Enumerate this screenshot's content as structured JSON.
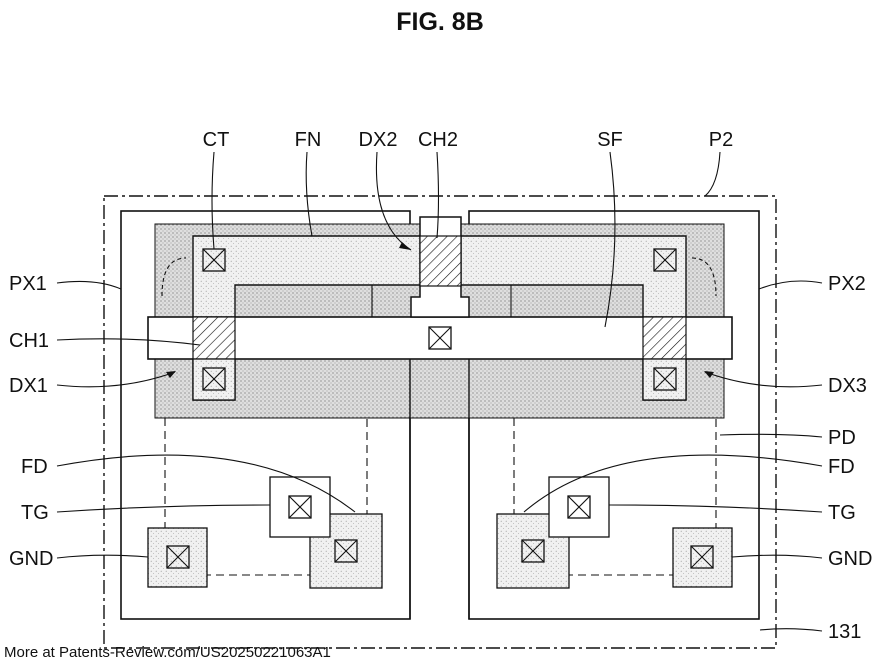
{
  "figure": {
    "title": "FIG. 8B"
  },
  "labels": {
    "ct": "CT",
    "fn": "FN",
    "dx2": "DX2",
    "ch2": "CH2",
    "sf": "SF",
    "p2": "P2",
    "px1": "PX1",
    "px2": "PX2",
    "ch1": "CH1",
    "dx1": "DX1",
    "dx3": "DX3",
    "pd": "PD",
    "fd_left": "FD",
    "fd_right": "FD",
    "tg_left": "TG",
    "tg_right": "TG",
    "gnd_left": "GND",
    "gnd_right": "GND",
    "ref_131": "131"
  },
  "footer": {
    "watermark": "More at Patents-Review.com/US20250221063A1"
  }
}
